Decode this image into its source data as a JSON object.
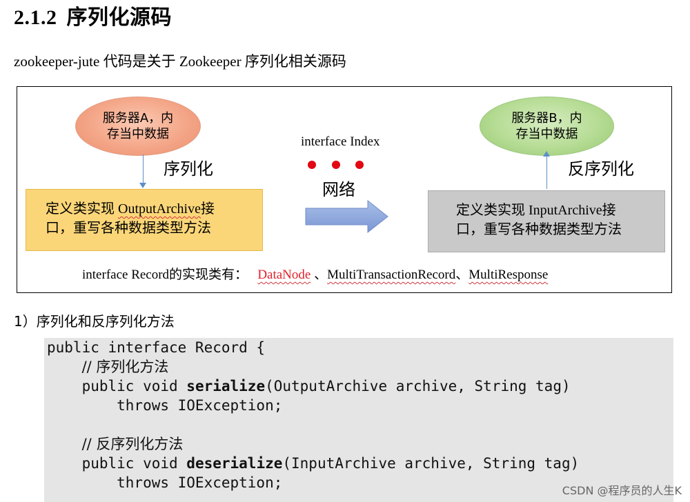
{
  "heading": {
    "number": "2.1.2",
    "title": "序列化源码"
  },
  "intro": "zookeeper-jute 代码是关于 Zookeeper 序列化相关源码",
  "diagram": {
    "server_a": {
      "line1": "服务器A，内",
      "line2": "存当中数据"
    },
    "server_b": {
      "line1": "服务器B，内",
      "line2": "存当中数据"
    },
    "serialize_label": "序列化",
    "deserialize_label": "反序列化",
    "interface_index": "interface Index",
    "network_label": "网络",
    "box_a": {
      "pre": "定义类实现 ",
      "iface": "OutputArchive",
      "post": "接",
      "line2": "口，重写各种数据类型方法"
    },
    "box_b": {
      "pre": "定义类实现 ",
      "iface": "InputArchive",
      "post": "接",
      "line2": "口，重写各种数据类型方法"
    },
    "record_line": {
      "prefix": "interface Record的实现类有：",
      "class1": "DataNode",
      "sep1": "、",
      "class2": "MultiTransactionRecord",
      "sep2": "、",
      "class3": "MultiResponse"
    },
    "colors": {
      "highlight_red": "#e0202a",
      "dot_red": "#e30613",
      "arrow_blue": "#8fa9dd"
    }
  },
  "section_label": "1）序列化和反序列化方法",
  "code": {
    "line1": "public interface Record {",
    "line2_indent": "    ",
    "line2": "// 序列化方法",
    "line3_pre": "    public void ",
    "line3_kw": "serialize",
    "line3_post": "(OutputArchive archive, String tag)",
    "line4": "        throws IOException;",
    "line5": "",
    "line6_indent": "    ",
    "line6": "// 反序列化方法",
    "line7_pre": "    public void ",
    "line7_kw": "deserialize",
    "line7_post": "(InputArchive archive, String tag)",
    "line8": "        throws IOException;"
  },
  "watermark": "CSDN @程序员的人生K"
}
